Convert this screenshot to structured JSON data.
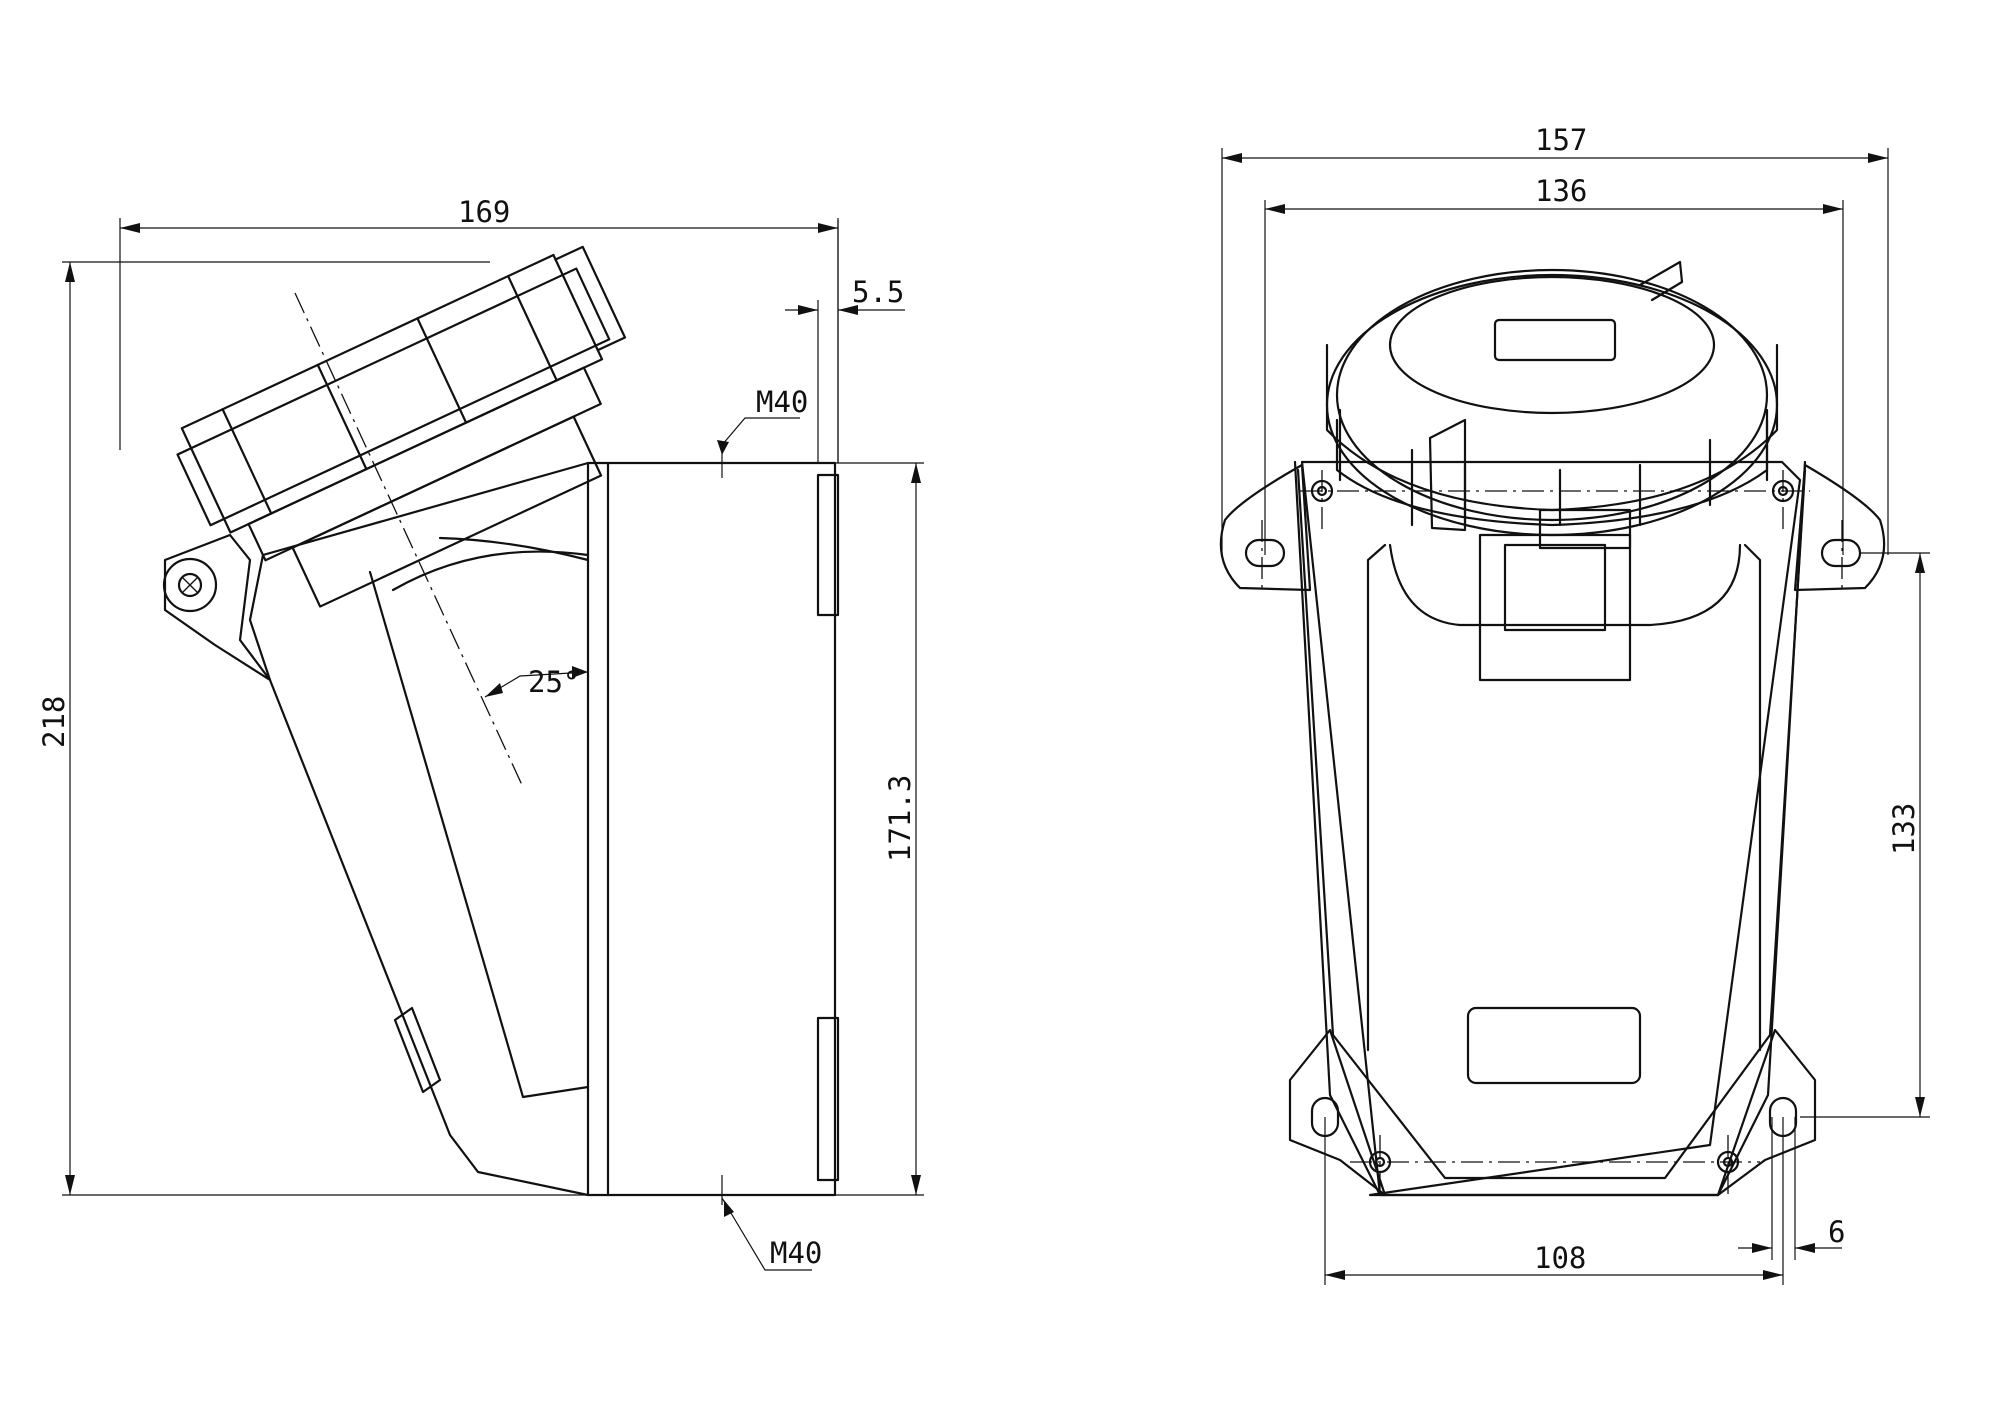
{
  "side_view": {
    "width_overall": "169",
    "height_overall": "218",
    "box_height": "171.3",
    "wall_offset": "5.5",
    "thread_top": "M40",
    "thread_bottom": "M40",
    "tilt_angle": "25°"
  },
  "front_view": {
    "width_overall": "157",
    "width_inner": "136",
    "mount_height": "133",
    "mount_width": "108",
    "slot_width": "6"
  }
}
